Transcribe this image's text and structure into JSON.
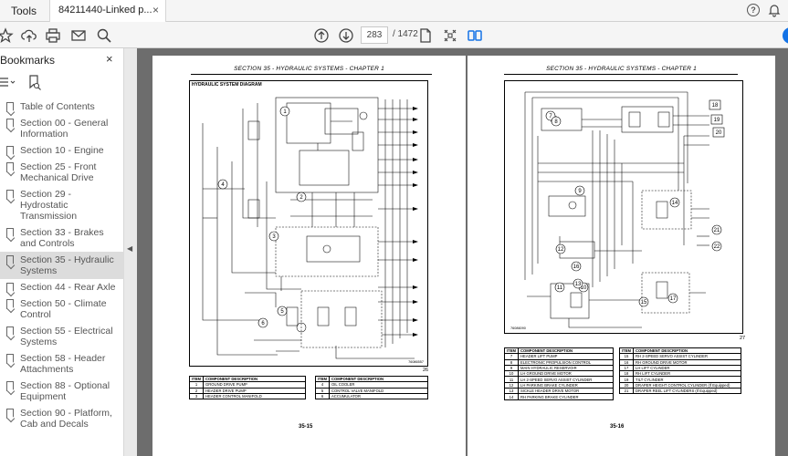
{
  "topbar": {
    "tools_label": "Tools",
    "tab_title": "84211440-Linked p...",
    "tab_close": "×",
    "help_glyph": "?"
  },
  "toolbar": {
    "current_page": "283",
    "page_total": "/ 1472"
  },
  "sidebar": {
    "title": "Bookmarks",
    "close": "×",
    "items": [
      "Table of Contents",
      "Section 00 - General Information",
      "Section 10 - Engine",
      "Section 25 - Front Mechanical Drive",
      "Section 29 - Hydrostatic Transmission",
      "Section 33 - Brakes and Controls",
      "Section 35 - Hydraulic Systems",
      "Section 44 - Rear Axle",
      "Section 50 - Climate Control",
      "Section 55 - Electrical Systems",
      "Section 58 - Header Attachments",
      "Section 88 - Optional Equipment",
      "Section 90 - Platform, Cab and Decals"
    ],
    "selected_index": 6
  },
  "left_page": {
    "section_title": "SECTION 35 - HYDRAULIC SYSTEMS - CHAPTER 1",
    "diagram_title": "HYDRAULIC SYSTEM DIAGRAM",
    "diagram_code": "76086557",
    "page_tag": "26",
    "footer": "35-15",
    "callouts": [
      "1",
      "2",
      "3",
      "4",
      "5",
      "6"
    ],
    "table_a": {
      "headers": [
        "ITEM",
        "COMPONENT DESCRIPTION"
      ],
      "rows": [
        [
          "1",
          "GROUND DRIVE PUMP"
        ],
        [
          "2",
          "HEADER DRIVE PUMP"
        ],
        [
          "3",
          "HEADER CONTROL MANIFOLD"
        ]
      ]
    },
    "table_b": {
      "headers": [
        "ITEM",
        "COMPONENT DESCRIPTION"
      ],
      "rows": [
        [
          "4",
          "OIL COOLER"
        ],
        [
          "5",
          "CONTROL VALVE MANIFOLD"
        ],
        [
          "6",
          "ACCUMULATOR"
        ]
      ]
    }
  },
  "right_page": {
    "section_title": "SECTION 35 - HYDRAULIC SYSTEMS - CHAPTER 1",
    "diagram_code": "76086090",
    "page_tag": "27",
    "footer": "35-16",
    "callouts": [
      "7",
      "8",
      "9",
      "10",
      "11",
      "12",
      "13",
      "14",
      "15",
      "16",
      "17",
      "18",
      "19",
      "20",
      "21",
      "22"
    ],
    "table_a": {
      "headers": [
        "ITEM",
        "COMPONENT DESCRIPTION"
      ],
      "rows": [
        [
          "7",
          "HEADER LIFT PUMP"
        ],
        [
          "8",
          "ELECTRONIC PROPULSION CONTROL"
        ],
        [
          "9",
          "MAIN HYDRAULIC RESERVOIR"
        ],
        [
          "10",
          "LH GROUND DRIVE MOTOR"
        ],
        [
          "11",
          "LH 2-SPEED SERVO ASSIST CYLINDER"
        ],
        [
          "12",
          "LH PARKING BRAKE CYLINDER"
        ],
        [
          "13",
          "SICKLE HEADER DRIVE MOTOR"
        ],
        [
          "14",
          "RH PARKING BRAKE CYLINDER"
        ]
      ]
    },
    "table_b": {
      "headers": [
        "ITEM",
        "COMPONENT DESCRIPTION"
      ],
      "rows": [
        [
          "15",
          "RH 2-SPEED SERVO ASSIST CYLINDER"
        ],
        [
          "16",
          "RH GROUND DRIVE MOTOR"
        ],
        [
          "17",
          "LH LIFT CYLINDER"
        ],
        [
          "18",
          "RH LIFT CYLINDER"
        ],
        [
          "19",
          "TILT CYLINDER"
        ],
        [
          "20",
          "DRAPER HEIGHT CONTROL CYLINDER (If Equipped)"
        ],
        [
          "21",
          "DRAPER REEL LIFT CYLINDERS (If Equipped)"
        ]
      ]
    }
  }
}
